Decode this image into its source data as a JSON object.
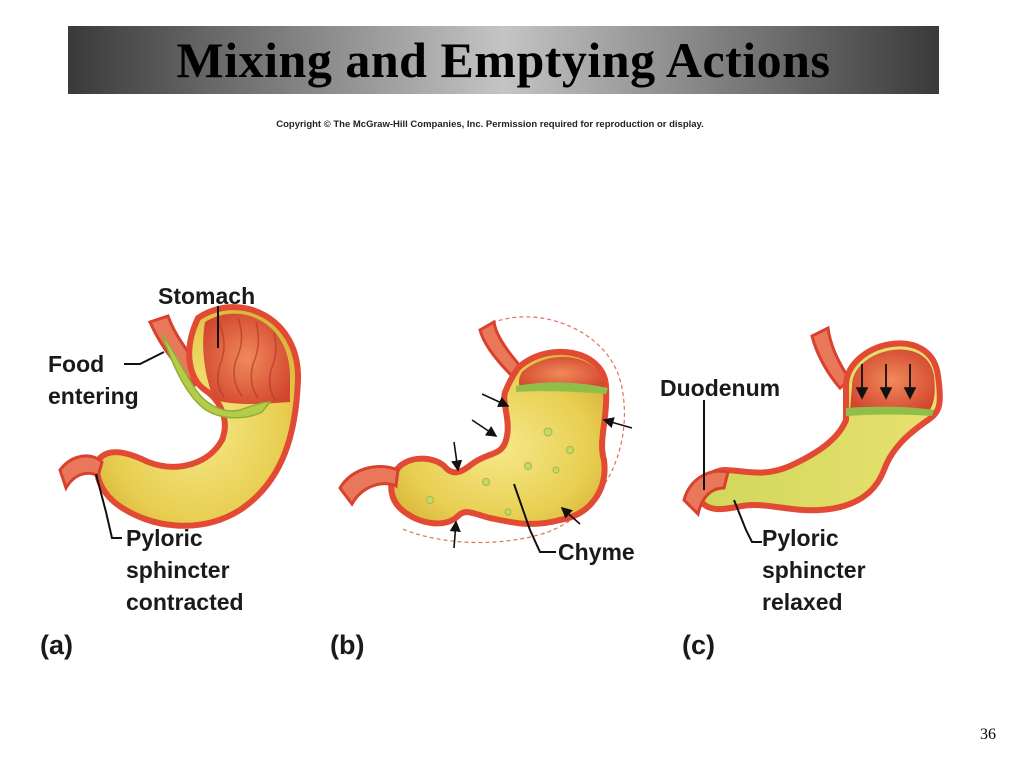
{
  "title": "Mixing and Emptying Actions",
  "copyright": "Copyright © The McGraw-Hill Companies, Inc. Permission required for reproduction or display.",
  "page_number": "36",
  "panels": {
    "a": {
      "letter": "(a)",
      "stomach": "Stomach",
      "food_line1": "Food",
      "food_line2": "entering",
      "pyloric_line1": "Pyloric",
      "pyloric_line2": "sphincter",
      "pyloric_line3": "contracted"
    },
    "b": {
      "letter": "(b)",
      "chyme": "Chyme"
    },
    "c": {
      "letter": "(c)",
      "duodenum": "Duodenum",
      "pyloric_line1": "Pyloric",
      "pyloric_line2": "sphincter",
      "pyloric_line3": "relaxed"
    }
  },
  "colors": {
    "chyme": "#e8d25a",
    "wall": "#e8503c",
    "rugae": "#d8553a",
    "food": "#a8c84a"
  }
}
